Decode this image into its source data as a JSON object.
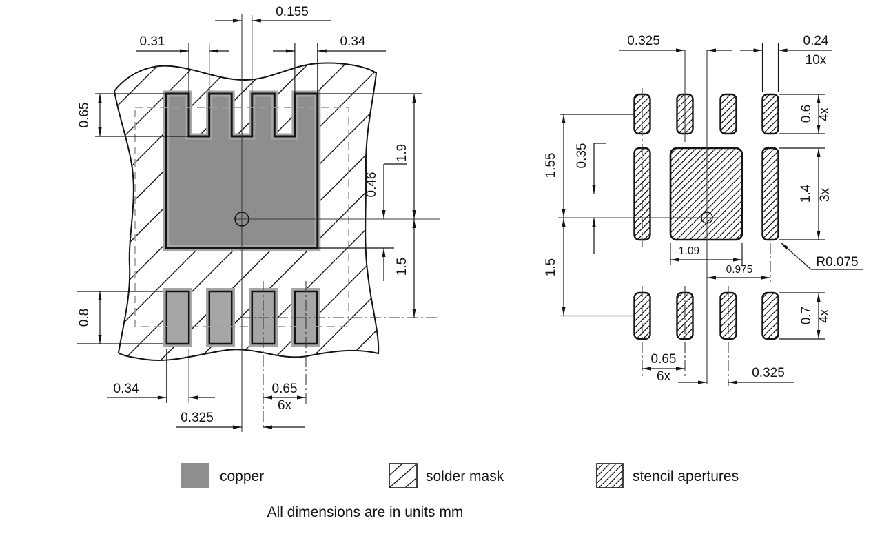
{
  "note": "All dimensions are in units mm",
  "colors": {
    "copper": "#8e8e8e",
    "copper_halo": "#a6a6a6",
    "line": "#141414"
  },
  "legend": {
    "items": [
      {
        "label": "copper"
      },
      {
        "label": "solder mask"
      },
      {
        "label": "stencil apertures"
      }
    ]
  },
  "left_view": {
    "dims": {
      "notch_half_offset": "0.155",
      "notch_width": "0.31",
      "tooth_width": "0.34",
      "notch_depth": "0.65",
      "copper_top_to_center": "1.9",
      "center_to_copper_bottom": "0.46",
      "center_to_pad_row": "1.5",
      "pad_height": "0.8",
      "pad_width": "0.34",
      "pad_pitch": "0.65",
      "pad_pitch_count": "6x",
      "center_offset": "0.325"
    }
  },
  "right_view": {
    "dims": {
      "top_center_offset": "0.325",
      "aperture_width": "0.24",
      "aperture_width_count": "10x",
      "top_aperture_height": "0.6",
      "top_aperture_height_count": "4x",
      "top_row_to_center": "1.55",
      "aperture_center_offset": "0.35",
      "tall_aperture_height": "1.4",
      "tall_aperture_height_count": "3x",
      "center_aperture_width": "1.09",
      "center_to_side_column": "0.975",
      "corner_radius": "R0.075",
      "bottom_row_to_center": "1.5",
      "bottom_aperture_height": "0.7",
      "bottom_aperture_height_count": "4x",
      "bottom_pitch": "0.65",
      "bottom_pitch_count": "6x",
      "bottom_center_offset": "0.325"
    }
  }
}
